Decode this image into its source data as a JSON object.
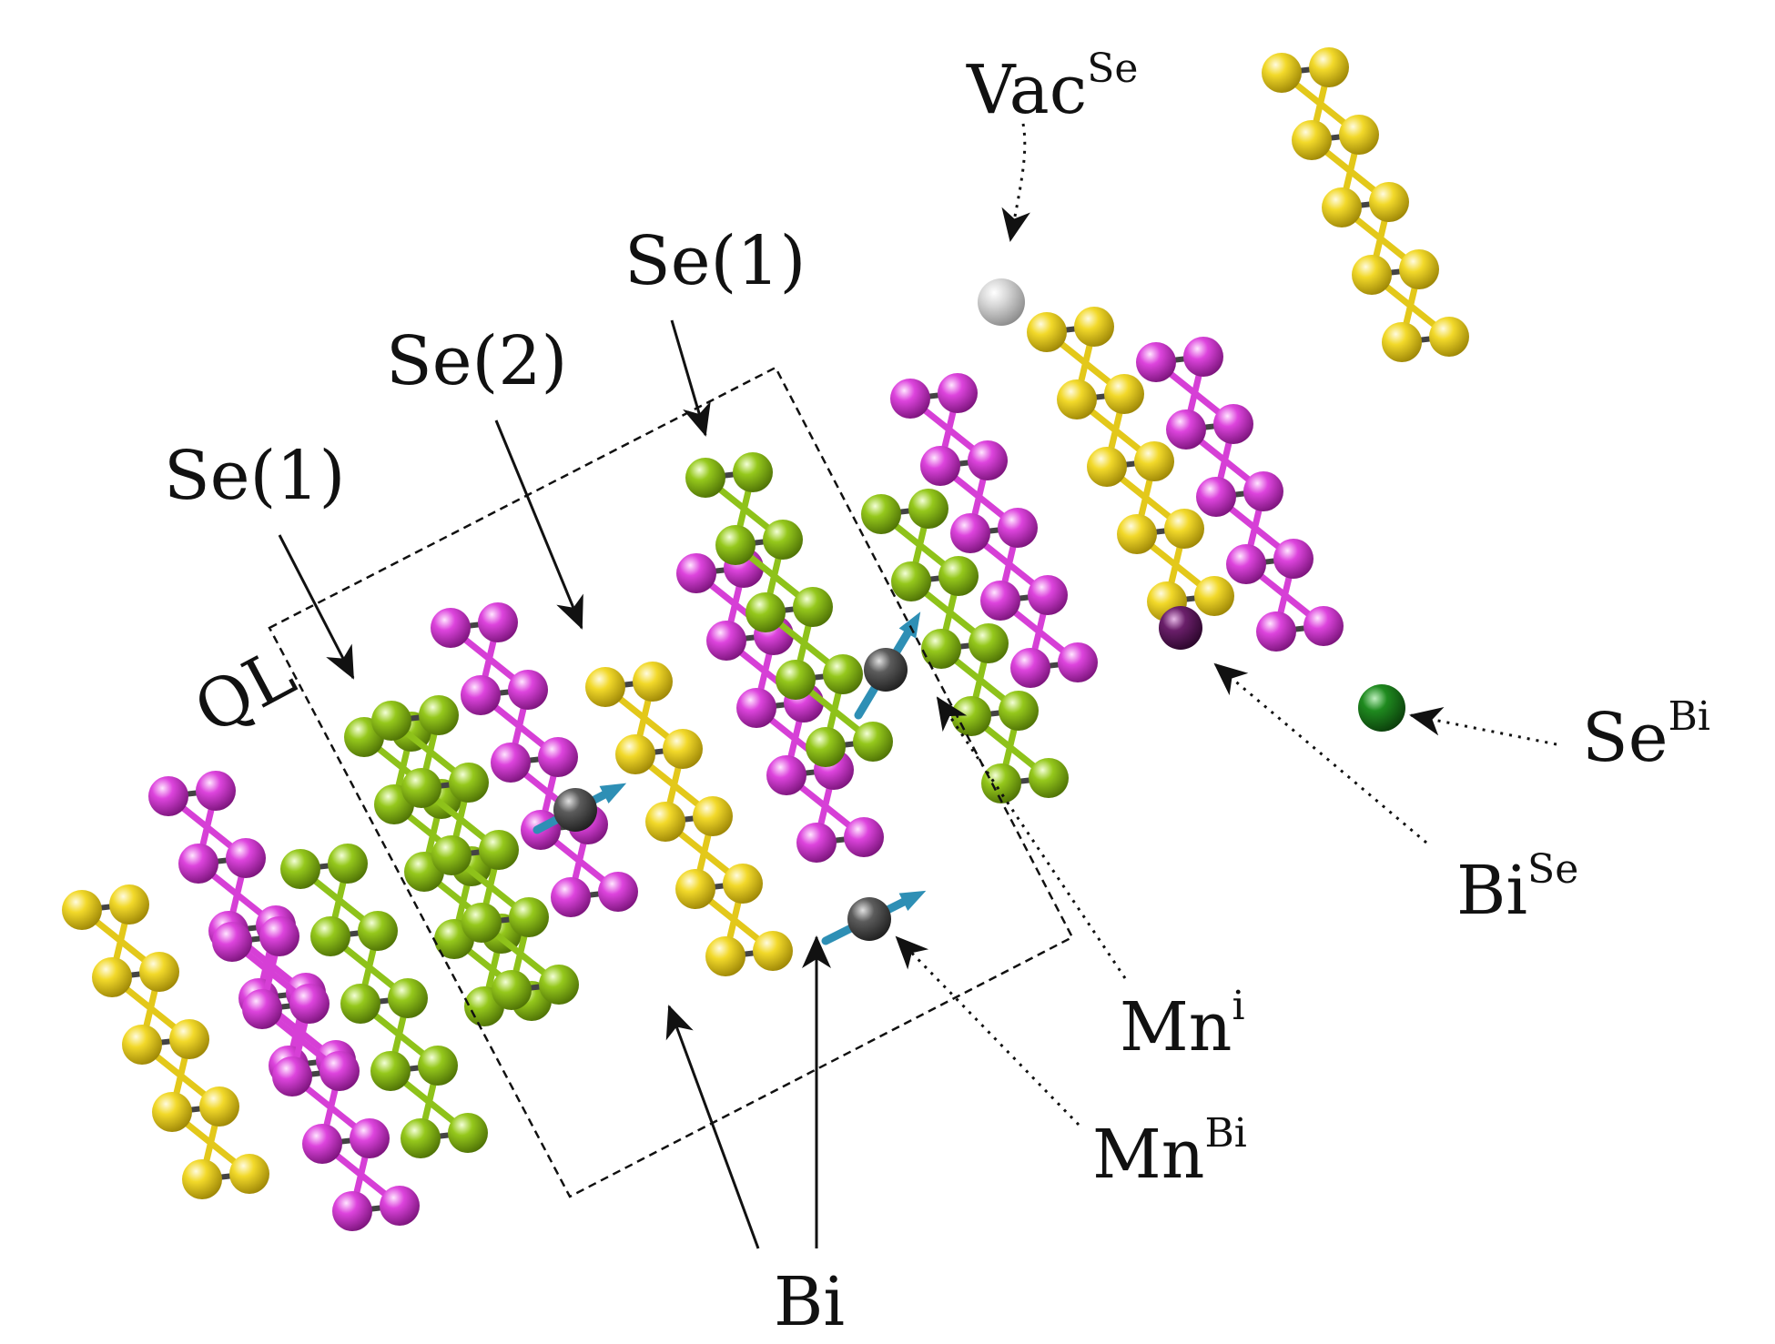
{
  "labels": {
    "ql": "QL",
    "se1_left": "Se(1)",
    "se2": "Se(2)",
    "se1_top": "Se(1)",
    "bi": "Bi",
    "vac_base": "Vac",
    "vac_sup": "Se",
    "se_bi_base": "Se",
    "se_bi_sup": "Bi",
    "bi_se_base": "Bi",
    "bi_se_sup": "Se",
    "mn_i_base": "Mn",
    "mn_i_sup": "i",
    "mn_bi_base": "Mn",
    "mn_bi_sup": "Bi"
  },
  "colors": {
    "selenium_outer": "#e3c81a",
    "bismuth": "#d63fd6",
    "selenium_inner": "#8ec21a",
    "manganese": "#555555",
    "spin_arrow": "#2e8fb5",
    "vacancy": "#d8d8d8",
    "antisite_se_bi": "#1f7a1f",
    "antisite_bi_se": "#5a1a5a"
  },
  "layer_sequence": [
    "Se",
    "Bi",
    "Se",
    "Bi",
    "Se",
    "Se",
    "Bi",
    "Se",
    "Bi",
    "Se",
    "Se",
    "Bi",
    "Se",
    "Bi",
    "Se"
  ]
}
